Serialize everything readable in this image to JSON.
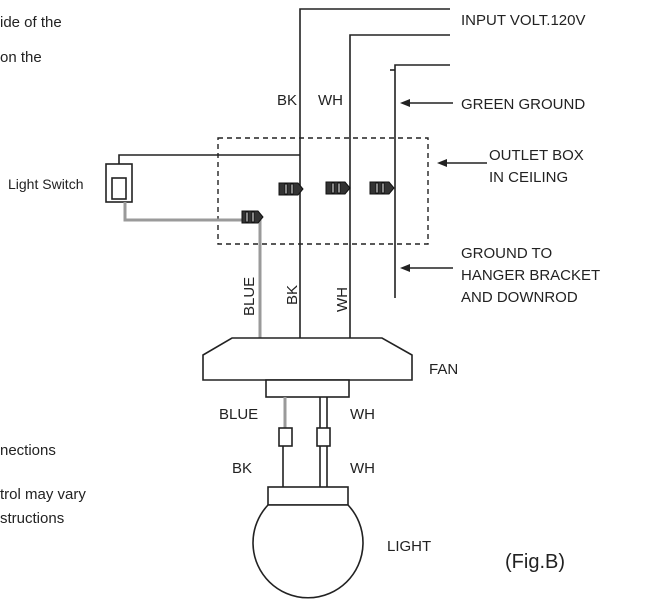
{
  "text_fragments": [
    "ide of the",
    "on the",
    "nections",
    "trol may vary",
    "structions"
  ],
  "labels": {
    "input_volt": "INPUT VOLT.120V",
    "bk_top": "BK",
    "wh_top": "WH",
    "green_ground": "GREEN GROUND",
    "outlet_box_line1": "OUTLET BOX",
    "outlet_box_line2": "IN CEILING",
    "light_switch": "Light Switch",
    "ground_line1": "GROUND TO",
    "ground_line2": "HANGER BRACKET",
    "ground_line3": "AND DOWNROD",
    "blue_vertical": "BLUE",
    "bk_vertical": "BK",
    "wh_vertical": "WH",
    "fan": "FAN",
    "blue_lower": "BLUE",
    "wh_lower_1": "WH",
    "bk_lower": "BK",
    "wh_lower_2": "WH",
    "light": "LIGHT",
    "figure": "(Fig.B)"
  },
  "colors": {
    "wire": "#222222",
    "blue_wire": "#9a9a9a",
    "nut": "#333333"
  }
}
